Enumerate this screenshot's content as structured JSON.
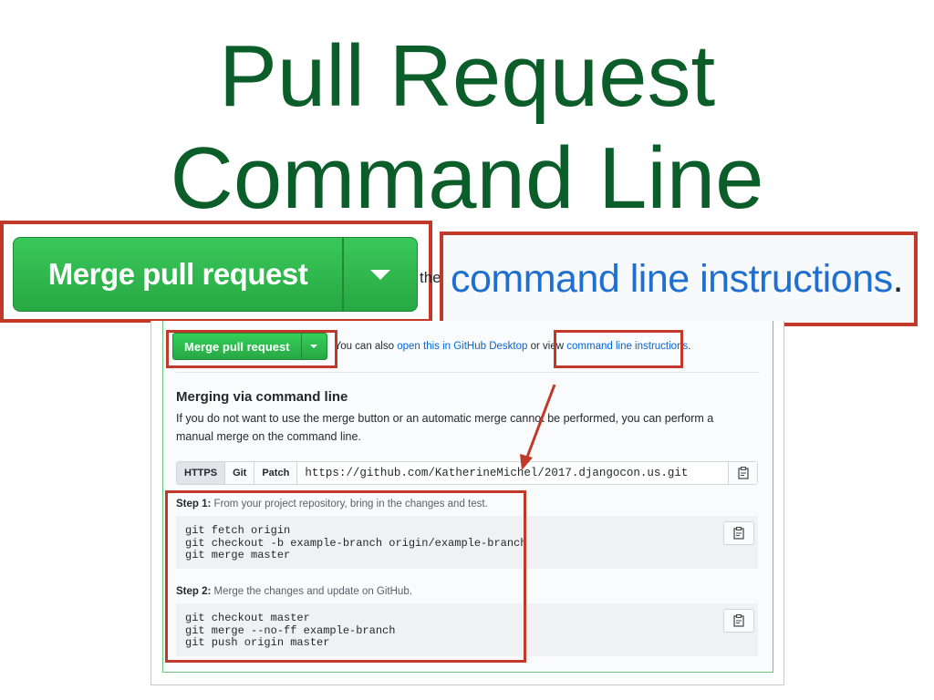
{
  "slide": {
    "title_line1": "Pull Request",
    "title_line2": "Command Line",
    "title_color": "#0b5d2a"
  },
  "zoom": {
    "merge_label": "Merge pull request",
    "behind_text": "the",
    "cli_link": "command line instructions",
    "cli_dot": "."
  },
  "merge_box": {
    "button_label": "Merge pull request",
    "hint_prefix": "You can also",
    "hint_link_desktop": "open this in GitHub Desktop",
    "hint_middle": "or view",
    "hint_link_cli": "command line instructions",
    "hint_suffix": "."
  },
  "command_line": {
    "title": "Merging via command line",
    "description": "If you do not want to use the merge button or an automatic merge cannot be performed, you can perform a manual merge on the command line.",
    "protocols": [
      "HTTPS",
      "Git",
      "Patch"
    ],
    "active_protocol": "HTTPS",
    "clone_url": "https://github.com/KatherineMichel/2017.djangocon.us.git"
  },
  "steps": [
    {
      "label": "Step 1:",
      "text": "From your project repository, bring in the changes and test.",
      "commands": [
        "git fetch origin",
        "git checkout -b example-branch origin/example-branch",
        "git merge master"
      ]
    },
    {
      "label": "Step 2:",
      "text": "Merge the changes and update on GitHub.",
      "commands": [
        "git checkout master",
        "git merge --no-ff example-branch",
        "git push origin master"
      ]
    }
  ],
  "colors": {
    "highlight": "#c0392b",
    "button_green": "#28a745",
    "link_blue": "#0366d6"
  }
}
